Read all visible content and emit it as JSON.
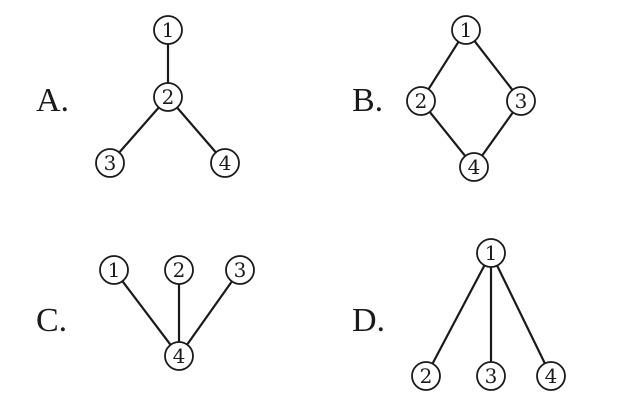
{
  "options": [
    {
      "id": "A",
      "label": "A.",
      "nodes": [
        {
          "id": "1",
          "label": "1"
        },
        {
          "id": "2",
          "label": "2"
        },
        {
          "id": "3",
          "label": "3"
        },
        {
          "id": "4",
          "label": "4"
        }
      ],
      "edges": [
        [
          "1",
          "2"
        ],
        [
          "2",
          "3"
        ],
        [
          "2",
          "4"
        ]
      ]
    },
    {
      "id": "B",
      "label": "B.",
      "nodes": [
        {
          "id": "1",
          "label": "1"
        },
        {
          "id": "2",
          "label": "2"
        },
        {
          "id": "3",
          "label": "3"
        },
        {
          "id": "4",
          "label": "4"
        }
      ],
      "edges": [
        [
          "1",
          "2"
        ],
        [
          "1",
          "3"
        ],
        [
          "2",
          "4"
        ],
        [
          "3",
          "4"
        ]
      ]
    },
    {
      "id": "C",
      "label": "C.",
      "nodes": [
        {
          "id": "1",
          "label": "1"
        },
        {
          "id": "2",
          "label": "2"
        },
        {
          "id": "3",
          "label": "3"
        },
        {
          "id": "4",
          "label": "4"
        }
      ],
      "edges": [
        [
          "1",
          "4"
        ],
        [
          "2",
          "4"
        ],
        [
          "3",
          "4"
        ]
      ]
    },
    {
      "id": "D",
      "label": "D.",
      "nodes": [
        {
          "id": "1",
          "label": "1"
        },
        {
          "id": "2",
          "label": "2"
        },
        {
          "id": "3",
          "label": "3"
        },
        {
          "id": "4",
          "label": "4"
        }
      ],
      "edges": [
        [
          "1",
          "2"
        ],
        [
          "1",
          "3"
        ],
        [
          "1",
          "4"
        ]
      ]
    }
  ]
}
